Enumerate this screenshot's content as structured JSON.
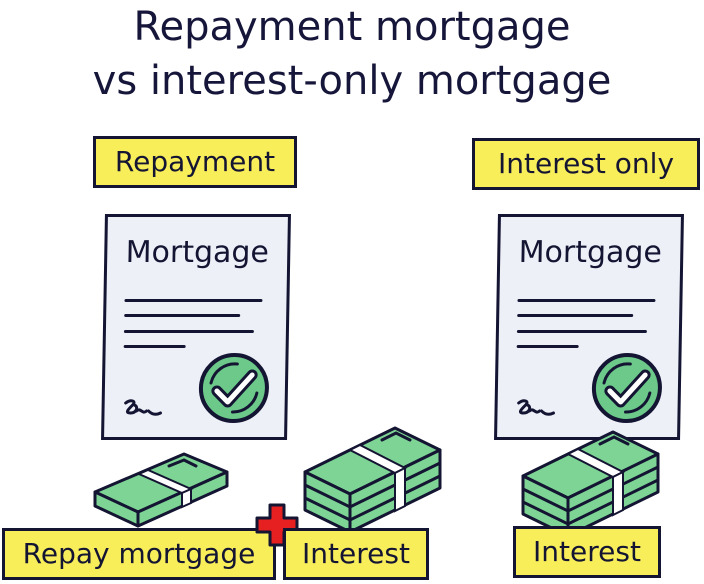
{
  "title": {
    "line1": "Repayment mortgage",
    "line2": "vs interest-only mortgage"
  },
  "left": {
    "heading": "Repayment",
    "document_title": "Mortgage",
    "money_labels": [
      "Repay mortgage",
      "Interest"
    ],
    "operator": "+"
  },
  "right": {
    "heading": "Interest only",
    "document_title": "Mortgage",
    "money_labels": [
      "Interest"
    ]
  },
  "colors": {
    "label_yellow": "#f8ee5a",
    "outline": "#141433",
    "document_bg": "#edf0f7",
    "money_green": "#7ed494",
    "check_green": "#6cc98a",
    "plus_red": "#e62020"
  }
}
